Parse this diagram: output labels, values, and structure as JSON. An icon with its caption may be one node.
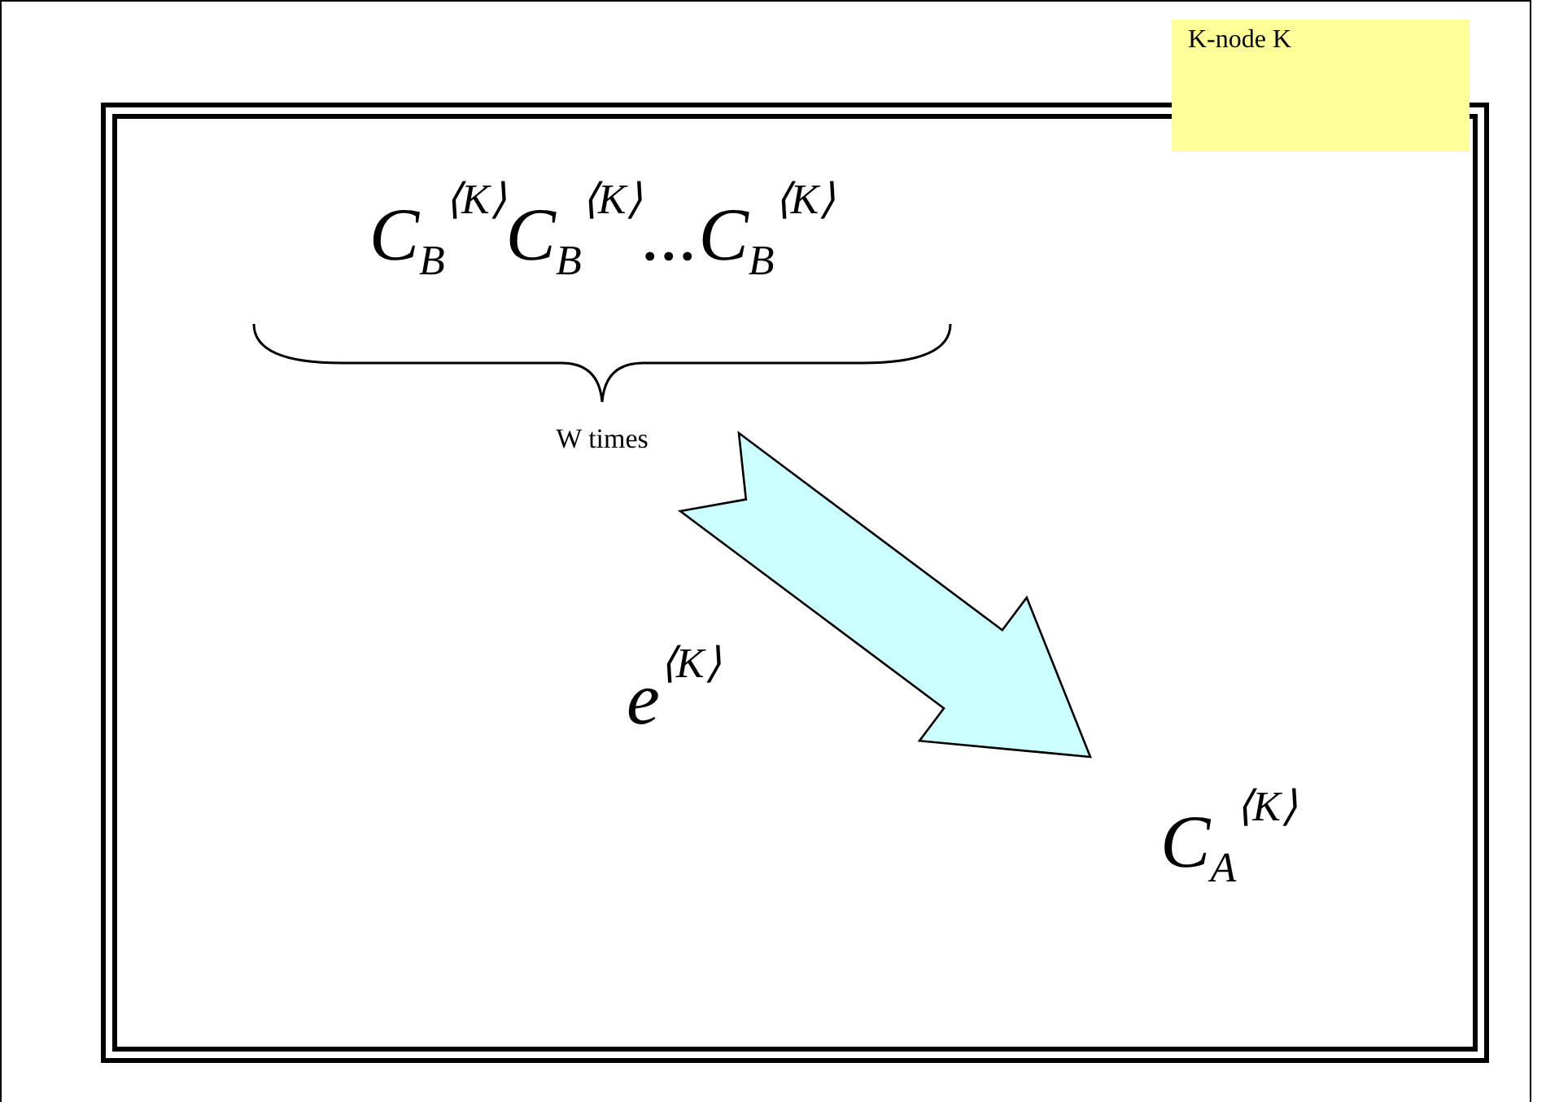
{
  "diagram": {
    "nodes": [
      {
        "text": [
          "K-node K"
        ]
      },
      {
        "text": [
          "C$_{B}$$^{⟨K⟩}$C$_{B}$$^{⟨K⟩}$...C$_{B}$$^{⟨K⟩}$",
          "W times"
        ],
        "in": 0
      },
      {
        "text": [
          "C$_{A}$$^{⟨K⟩}$"
        ],
        "in": 0
      }
    ],
    "edges": [
      {
        "from": 1,
        "to": 2,
        "arrow": "to",
        "label": "e$^{⟨K⟩}$"
      }
    ]
  }
}
